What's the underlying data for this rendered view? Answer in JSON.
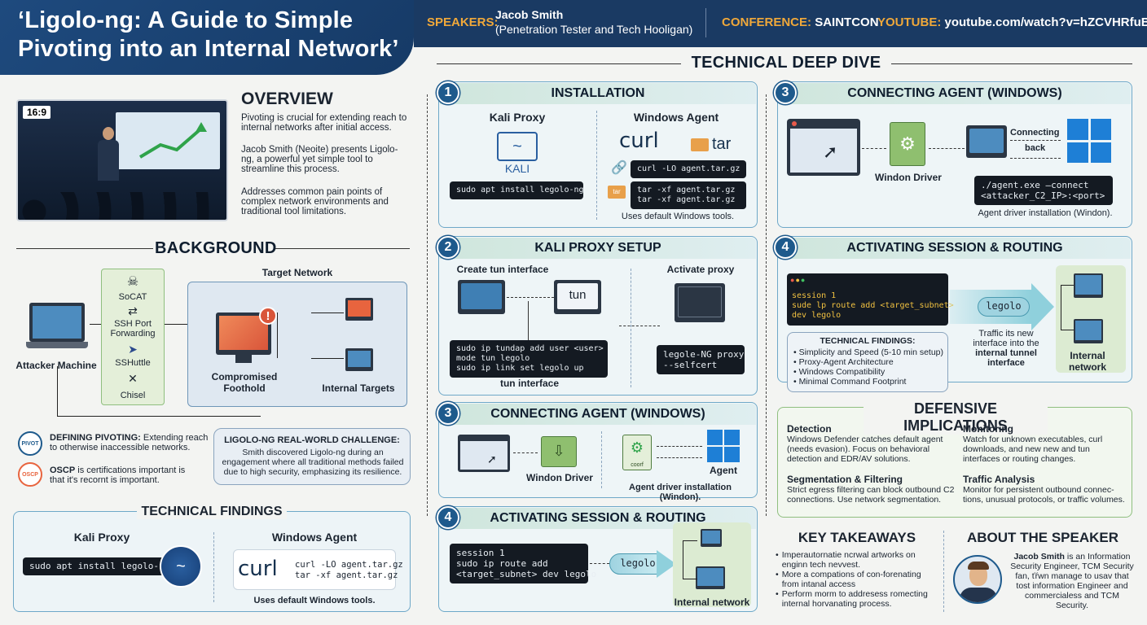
{
  "header": {
    "title_line1": "‘Ligolo-ng: A Guide to Simple",
    "title_line2": "Pivoting into an Internal Network’",
    "speakers_label": "SPEAKERS:",
    "speaker_name": "Jacob Smith",
    "speaker_role": "(Penetration Tester and Tech Hooligan)",
    "conference_label": "CONFERENCE:",
    "conference_value": "SAINTCON",
    "youtube_label": "YOUTUBE:",
    "youtube_value": "youtube.com/watch?v=hZCVHRfuBBo"
  },
  "overview": {
    "thumb_badge": "16:9",
    "heading": "OVERVIEW",
    "p1": "Pivoting is crucial for extending reach to internal networks after initial access.",
    "p2": "Jacob Smith (Neoite) presents Ligolo-ng, a powerful yet simple tool to streamline this process.",
    "p3": "Addresses common pain points of complex network environments and traditional tool limitations."
  },
  "background": {
    "heading": "BACKGROUND",
    "attacker": "Attacker Machine",
    "tools": [
      "SoCAT",
      "SSH Port Forwarding",
      "SSHuttle",
      "Chisel"
    ],
    "target_network": "Target Network",
    "compromised": "Compromised Foothold",
    "internal_targets": "Internal Targets",
    "pivoting_bold": "DEFINING PIVOTING:",
    "pivoting_text": "Extending reach to otherwise inaccessible networks.",
    "pivot_badge": "PIVOT",
    "oscp_badge": "OSCP",
    "oscp_bold": "OSCP",
    "oscp_text": "is certifications important is that it's recornt is important.",
    "challenge_title": "LIGOLO-NG REAL-WORLD CHALLENGE:",
    "challenge_text": "Smith discovered Ligolo-ng during an engagement where all traditional methods failed due to high security, emphasizing its resilience."
  },
  "tech_findings_left": {
    "heading": "TECHNICAL FINDINGS",
    "kali": "Kali Proxy",
    "kali_cmd": "sudo apt install legolo-ng",
    "windows": "Windows Agent",
    "curl": "curl",
    "cmd1": "curl -LO agent.tar.gz",
    "cmd2": "tar -xf agent.tar.gz",
    "note": "Uses default Windows tools."
  },
  "deep_dive": {
    "heading": "TECHNICAL DEEP DIVE",
    "install": {
      "num": "1",
      "title": "INSTALLATION",
      "kali": "Kali Proxy",
      "kali_logo": "KALI",
      "kali_cmd": "sudo apt install legolo-ng",
      "windows": "Windows Agent",
      "curl": "curl",
      "tar": "tar",
      "tar_small": "tar",
      "cmd1": "curl -LO agent.tar.gz",
      "cmd2": "tar -xf agent.tar.gz\ntar -xf agent.tar.gz",
      "note": "Uses default Windows tools."
    },
    "proxy": {
      "num": "2",
      "title": "KALI PROXY SETUP",
      "create_tun": "Create tun interface",
      "tun": "tun",
      "activate": "Activate proxy",
      "cmd": "sudo ip tundap add user <user>\nmode tun legolo\nsudo ip link set legolo up",
      "tun_interface": "tun interface",
      "proxy_cmd": "legole-NG proxy\n--selfcert"
    },
    "agent_mid": {
      "num": "3",
      "title": "CONNECTING AGENT (WINDOWS)",
      "driver": "Windon Driver",
      "cog_label": "coorf",
      "agent": "Agent",
      "note": "Agent driver installation (Windon)."
    },
    "session_mid": {
      "num": "4",
      "title": "ACTIVATING SESSION & ROUTING",
      "cmd": "session 1\nsudo ip route add\n<target_subnet> dev legolo",
      "legolo": "legolo",
      "internal": "Internal network"
    },
    "agent_right": {
      "num": "3",
      "title": "CONNECTING AGENT (WINDOWS)",
      "driver": "Windon Driver",
      "connecting": "Connecting",
      "back": "back",
      "cmd": "./agent.exe —connect\n<attacker_C2_IP>:<port>",
      "note": "Agent driver installation (Windon)."
    },
    "session_right": {
      "num": "4",
      "title": "ACTIVATING SESSION & ROUTING",
      "cmd": "session 1\nsude lp route add <target_subnet>\ndev legolo",
      "legolo": "legolo",
      "findings_title": "TECHNICAL FINDINGS:",
      "findings": [
        "Simplicity and Speed (5-10 min setup)",
        "Proxy-Agent Architecture",
        "Windows Compatibility",
        "Minimal Command Footprint"
      ],
      "traffic": "Traffic its new interface into the",
      "traffic_bold": "internal tunnel interface",
      "internal": "Internal network"
    }
  },
  "defensive": {
    "heading": "DEFENSIVE IMPLICATIONS",
    "items": [
      {
        "title": "Detection",
        "text": "Windows Defender catches default agent (needs evasion). Focus on behavioral detection and EDR/AV solutions."
      },
      {
        "title": "Monitoring",
        "text": "Watch for unknown executables, curl downloads, and new new  and tun interfaces or routing changes."
      },
      {
        "title": "Segmentation & Filtering",
        "text": "Strict egress filtering can block outbound C2 connections. Use network segmentation."
      },
      {
        "title": "Traffic Analysis",
        "text": "Monitor for persistent outbound connec-tions, unusual protocols, or traffic volumes."
      }
    ]
  },
  "takeaways": {
    "heading": "KEY TAKEAWAYS",
    "items": [
      "Imperautornatie ncrwal artworks on enginn tech nevvest.",
      "More a compations of con-forenating from intanal access",
      "Perform morm to addresess romecting internal horvanating process."
    ]
  },
  "speaker": {
    "heading": "ABOUT THE SPEAKER",
    "name": "Jacob Smith",
    "text": "is an Information Security Engineer, TCM Security fan, ťŕwn manage to usav that tost information Engineer and commercialess and TCM Security."
  }
}
